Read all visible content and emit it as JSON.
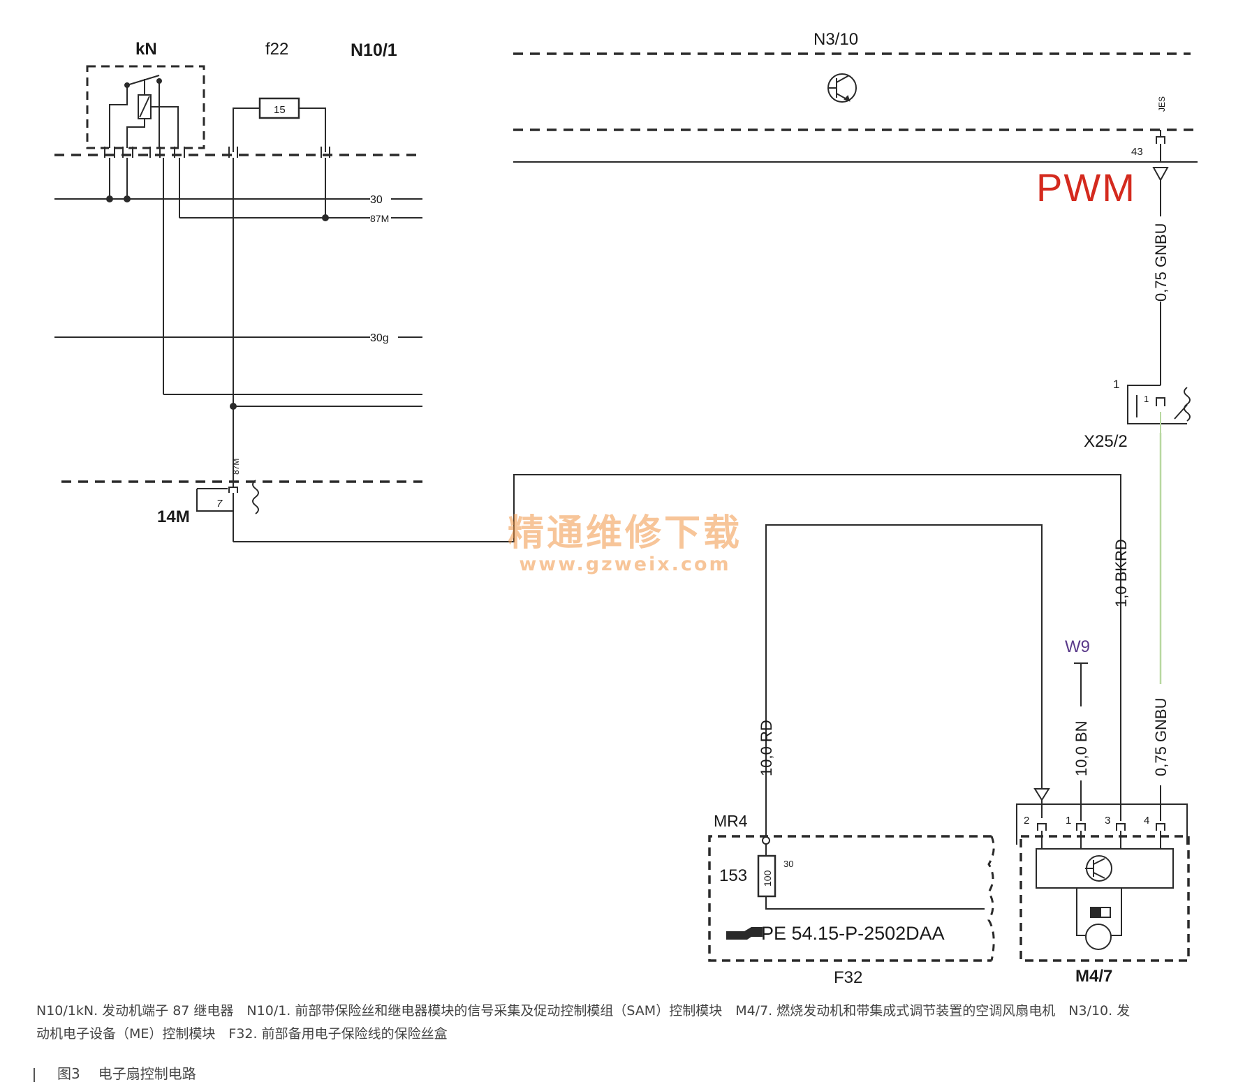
{
  "components": {
    "kn": "kN",
    "f22": "f22",
    "n10_1": "N10/1",
    "n3_10": "N3/10",
    "x25_2": "X25/2",
    "m14": "14M",
    "w9": "W9",
    "mr4": "MR4",
    "f32": "F32",
    "m4_7": "M4/7"
  },
  "terminals": {
    "t30": "30",
    "t87m": "87M",
    "t30g": "30g",
    "t87m_vertical": "87M",
    "fuse_15": "15",
    "fuse_100": "100",
    "pin_43": "43",
    "pin_n3_label": "JES",
    "pin_7": "7",
    "x25_pin_outer": "1",
    "x25_pin_inner": "1",
    "fuse_153": "153",
    "f32_pin_30": "30",
    "m47_pin_1": "1",
    "m47_pin_2": "2",
    "m47_pin_3": "3",
    "m47_pin_4": "4"
  },
  "signal_label": "PWM",
  "wires": {
    "gnbu_upper": "0,75 GNBU",
    "gnbu_lower": "0,75 GNBU",
    "bkrd": "1,0 BKRD",
    "bn": "10,0 BN",
    "rd": "10,0 RD"
  },
  "reference": "PE 54.15-P-2502DAA",
  "watermark": {
    "line1": "精通维修下载",
    "line2": "www.gzweix.com"
  },
  "caption": {
    "line1": "N10/1kN. 发动机端子 87 继电器　N10/1. 前部带保险丝和继电器模块的信号采集及促动控制模组（SAM）控制模块　M4/7. 燃烧发动机和带集成式调节装置的空调风扇电机　N3/10. 发",
    "line2": "动机电子设备（ME）控制模块　F32. 前部备用电子保险线的保险丝盒"
  },
  "figure": {
    "number": "图3",
    "title": "电子扇控制电路"
  },
  "colors": {
    "line": "#2a2a2a",
    "pwm": "#d42a1e",
    "w9": "#5a3a8a",
    "gnbu_wire": "#b8d8a0"
  }
}
